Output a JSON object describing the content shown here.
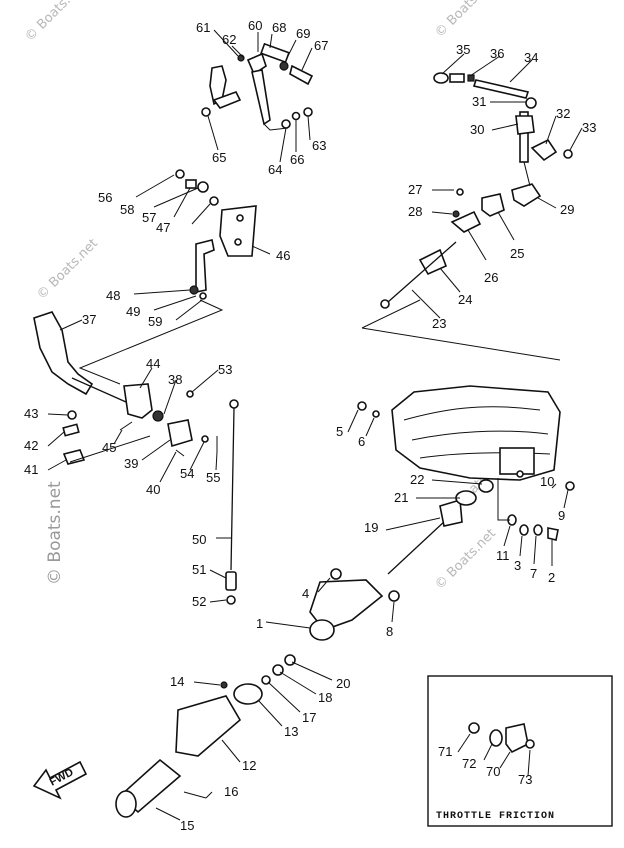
{
  "watermarks": {
    "top_left": "© Boats.net",
    "top_right": "© Boats.net",
    "mid_left": "© Boats.net",
    "mid_right": "© Boats.net",
    "left_vertical": "© Boats.net",
    "bottom_right": "© Boats.net"
  },
  "inset": {
    "caption": "THROTTLE FRICTION"
  },
  "fwd_arrow": {
    "label": "FWD"
  },
  "callouts": {
    "c1": "1",
    "c2": "2",
    "c3": "3",
    "c4": "4",
    "c5": "5",
    "c6": "6",
    "c7": "7",
    "c8": "8",
    "c9": "9",
    "c10": "10",
    "c11": "11",
    "c12": "12",
    "c13": "13",
    "c14": "14",
    "c15": "15",
    "c16": "16",
    "c17": "17",
    "c18": "18",
    "c19": "19",
    "c20": "20",
    "c21": "21",
    "c22": "22",
    "c23": "23",
    "c24": "24",
    "c25": "25",
    "c26": "26",
    "c27": "27",
    "c28": "28",
    "c29": "29",
    "c30": "30",
    "c31": "31",
    "c32": "32",
    "c33": "33",
    "c34": "34",
    "c35": "35",
    "c36": "36",
    "c37": "37",
    "c38": "38",
    "c39": "39",
    "c40": "40",
    "c41": "41",
    "c42": "42",
    "c43": "43",
    "c44": "44",
    "c45": "45",
    "c46": "46",
    "c47": "47",
    "c48": "48",
    "c49": "49",
    "c50": "50",
    "c51": "51",
    "c52": "52",
    "c53": "53",
    "c54": "54",
    "c55": "55",
    "c56": "56",
    "c57": "57",
    "c58": "58",
    "c59": "59",
    "c60": "60",
    "c61": "61",
    "c62": "62",
    "c63": "63",
    "c64": "64",
    "c65": "65",
    "c66": "66",
    "c67": "67",
    "c68": "68",
    "c69": "69",
    "c70": "70",
    "c71": "71",
    "c72": "72",
    "c73": "73"
  }
}
